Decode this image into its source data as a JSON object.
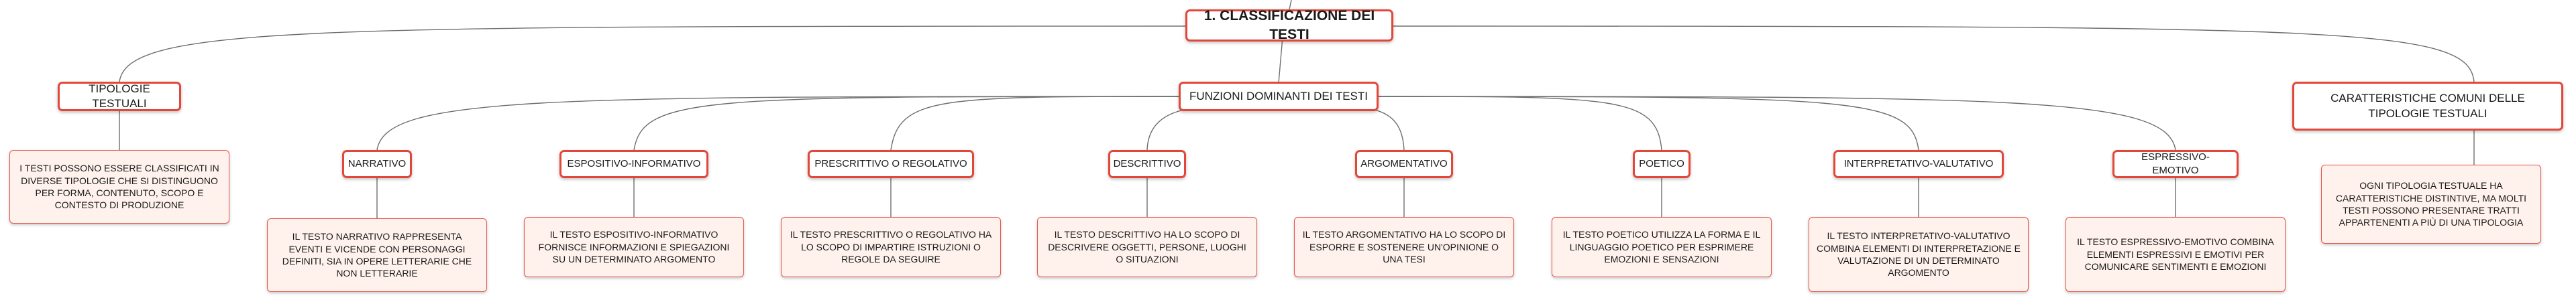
{
  "root": {
    "label": "1. CLASSIFICAZIONE DEI TESTI"
  },
  "tipologie": {
    "label": "TIPOLOGIE TESTUALI",
    "desc": "I TESTI POSSONO ESSERE CLASSIFICATI IN DIVERSE TIPOLOGIE CHE SI DISTINGUONO PER FORMA, CONTENUTO, SCOPO E CONTESTO DI PRODUZIONE"
  },
  "funzioni": {
    "label": "FUNZIONI DOMINANTI DEI TESTI",
    "items": [
      {
        "label": "NARRATIVO",
        "desc": "IL TESTO NARRATIVO RAPPRESENTA EVENTI E VICENDE CON PERSONAGGI DEFINITI, SIA IN OPERE LETTERARIE CHE NON LETTERARIE"
      },
      {
        "label": "ESPOSITIVO-INFORMATIVO",
        "desc": "IL TESTO ESPOSITIVO-INFORMATIVO FORNISCE INFORMAZIONI E SPIEGAZIONI SU UN DETERMINATO ARGOMENTO"
      },
      {
        "label": "PRESCRITTIVO O REGOLATIVO",
        "desc": "IL TESTO PRESCRITTIVO O REGOLATIVO HA LO SCOPO DI IMPARTIRE ISTRUZIONI O REGOLE DA SEGUIRE"
      },
      {
        "label": "DESCRITTIVO",
        "desc": "IL TESTO DESCRITTIVO HA LO SCOPO DI DESCRIVERE OGGETTI, PERSONE, LUOGHI O SITUAZIONI"
      },
      {
        "label": "ARGOMENTATIVO",
        "desc": "IL TESTO ARGOMENTATIVO HA LO SCOPO DI ESPORRE E SOSTENERE UN'OPINIONE O UNA TESI"
      },
      {
        "label": "POETICO",
        "desc": "IL TESTO POETICO UTILIZZA LA FORMA E IL LINGUAGGIO POETICO PER ESPRIMERE EMOZIONI E SENSAZIONI"
      },
      {
        "label": "INTERPRETATIVO-VALUTATIVO",
        "desc": "IL TESTO INTERPRETATIVO-VALUTATIVO COMBINA ELEMENTI DI INTERPRETAZIONE E VALUTAZIONE DI UN DETERMINATO ARGOMENTO"
      },
      {
        "label": "ESPRESSIVO-EMOTIVO",
        "desc": "IL TESTO ESPRESSIVO-EMOTIVO COMBINA ELEMENTI ESPRESSIVI E EMOTIVI PER COMUNICARE SENTIMENTI E EMOZIONI"
      }
    ]
  },
  "caratteristiche": {
    "label": "CARATTERISTICHE COMUNI DELLE TIPOLOGIE TESTUALI",
    "desc": "OGNI TIPOLOGIA TESTUALE HA CARATTERISTICHE DISTINTIVE, MA MOLTI TESTI POSSONO PRESENTARE TRATTI APPARTENENTI A PIÙ DI UNA TIPOLOGIA"
  }
}
